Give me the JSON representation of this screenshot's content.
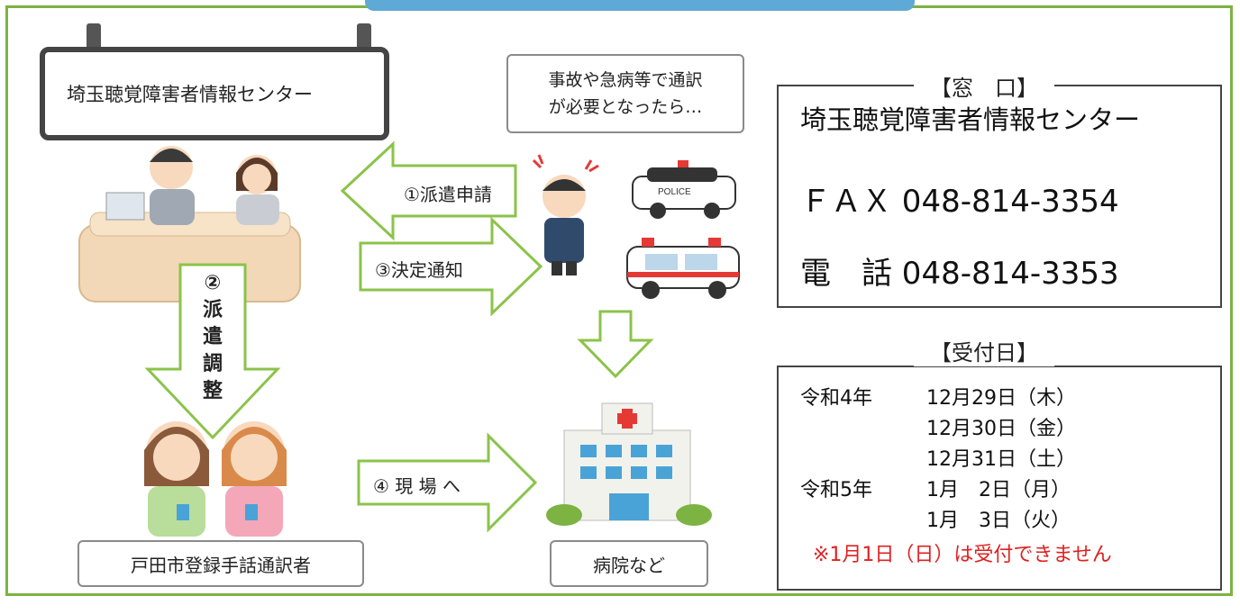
{
  "flow": {
    "center_sign": "埼玉聴覚障害者情報センター",
    "trigger_text_1": "事故や急病等で通訳",
    "trigger_text_2": "が必要となったら…",
    "arrow_request": "①派遣申請",
    "arrow_decision": "③決定通知",
    "arrow_adjust_chars": [
      "②",
      "派",
      "遣",
      "調",
      "整"
    ],
    "arrow_site": "④ 現 場 へ",
    "interpreters_label": "戸田市登録手話通訳者",
    "hospital_label": "病院など",
    "police_text": "POLICE"
  },
  "contact": {
    "title": "【窓　口】",
    "name": "埼玉聴覚障害者情報センター",
    "fax": "ＦＡＸ 048-814-3354",
    "phone": "電　話 048-814-3353"
  },
  "reception": {
    "title": "【受付日】",
    "rows": [
      {
        "era": "令和4年",
        "date": "12月29日（木）"
      },
      {
        "era": "",
        "date": "12月30日（金）"
      },
      {
        "era": "",
        "date": "12月31日（土）"
      },
      {
        "era": "令和5年",
        "date": "1月　2日（月）"
      },
      {
        "era": "",
        "date": "1月　3日（火）"
      }
    ],
    "note": "※1月1日（日）は受付できません"
  },
  "colors": {
    "frame": "#7cb342",
    "arrow_fill": "#ffffff",
    "arrow_stroke": "#8bc34a",
    "note": "#e02020"
  }
}
